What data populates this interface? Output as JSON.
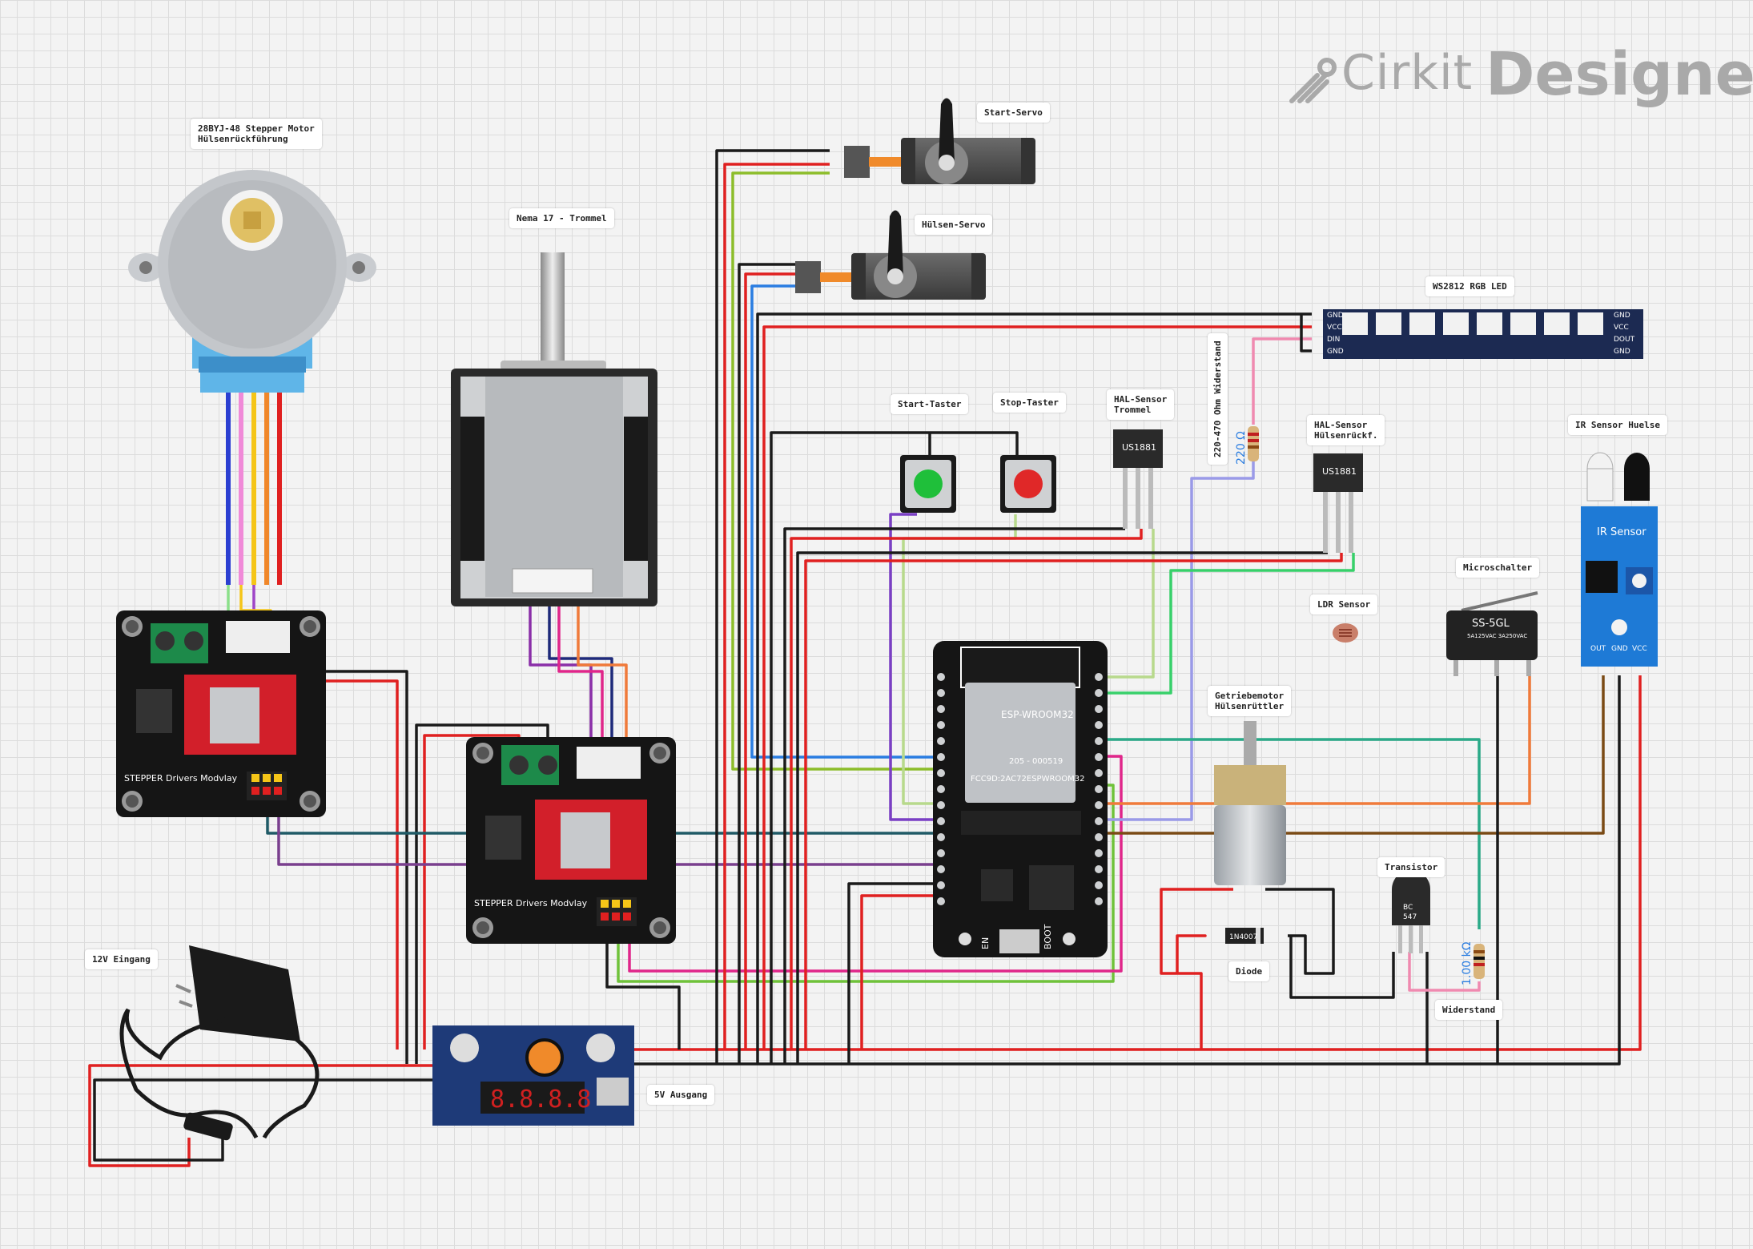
{
  "brand": {
    "cirkit": "Cirkit",
    "designer": "Designer"
  },
  "labels": {
    "stepper_28byj": "28BYJ-48 Stepper Motor\nHülsenrückführung",
    "nema": "Nema 17 - Trommel",
    "start_servo": "Start-Servo",
    "huelsen_servo": "Hülsen-Servo",
    "ws2812": "WS2812 RGB LED",
    "widerstand_vertical": "220-470 Ohm Widerstand",
    "start_taster": "Start-Taster",
    "stop_taster": "Stop-Taster",
    "hal_trommel": "HAL-Sensor\nTrommel",
    "hal_huelse": "HAL-Sensor\nHülsenrückf.",
    "ir_sensor": "IR Sensor Huelse",
    "microschalter": "Microschalter",
    "ldr": "LDR Sensor",
    "getriebemotor": "Getriebemotor\nHülsenrüttler",
    "transistor": "Transistor",
    "diode": "Diode",
    "widerstand": "Widerstand",
    "eingang": "12V Eingang",
    "ausgang": "5V Ausgang"
  },
  "components": {
    "resistor_220": "220 Ω",
    "resistor_1k": "1.00 kΩ",
    "hall_chip": "US1881",
    "diode_part": "1N4007",
    "transistor_part": "BC\n547",
    "esp_module": "ESP-WROOM32",
    "esp_cert": "205 - 000519",
    "esp_fcc": "FCC9D:2AC72ESPWROOM32",
    "esp_boot": "BOOT",
    "esp_en": "EN",
    "driver_text": "STEPPER Drivers Modvlay",
    "ir_title": "IR Sensor",
    "ir_pins": [
      "OUT",
      "GND",
      "VCC"
    ],
    "ws_pins_left": [
      "GND",
      "VCC",
      "DIN",
      "GND"
    ],
    "ws_pins_right": [
      "GND",
      "VCC",
      "DOUT",
      "GND"
    ],
    "switch_text": "SS-5GL",
    "switch_rating": "5A125VAC 3A250VAC",
    "display_digits": "8.8.8.8"
  },
  "colors": {
    "wire_black": "#1a1a1a",
    "wire_red": "#e02020",
    "wire_green": "#8cbd2a",
    "wire_blue": "#2a7de1",
    "wire_purple": "#7a3fc4",
    "wire_lime": "#b8d98c",
    "wire_teal": "#2aaa88",
    "wire_orange": "#f07a3a",
    "wire_brown": "#7a4a14",
    "wire_magenta": "#e0268a",
    "wire_lightgreen": "#37d06a",
    "wire_lavender": "#9a9ae8",
    "wire_pink": "#f08ab0",
    "wire_darkteal": "#1f5a66",
    "wire_violet": "#7a3f8e",
    "wire_navy": "#1e2a7a",
    "wire_yellow": "#f5c518"
  }
}
